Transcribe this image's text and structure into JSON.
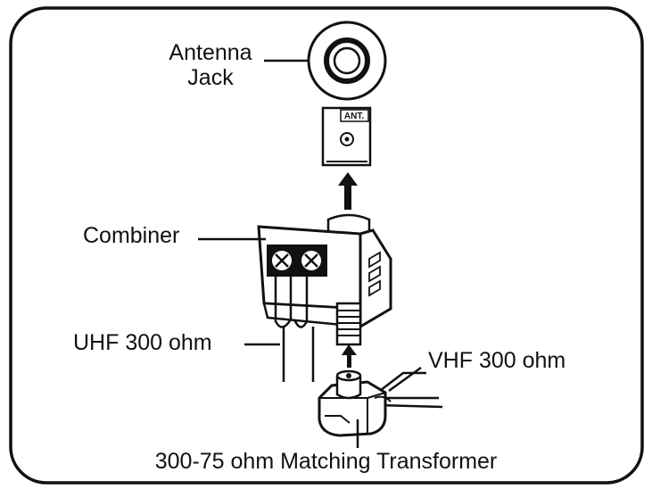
{
  "labels": {
    "antenna_jack_line1": "Antenna",
    "antenna_jack_line2": "Jack",
    "combiner": "Combiner",
    "uhf": "UHF 300 ohm",
    "vhf": "VHF 300 ohm",
    "transformer": "300-75 ohm Matching Transformer",
    "ant_marking": "ANT."
  },
  "colors": {
    "stroke": "#111111",
    "fill": "#ffffff"
  }
}
